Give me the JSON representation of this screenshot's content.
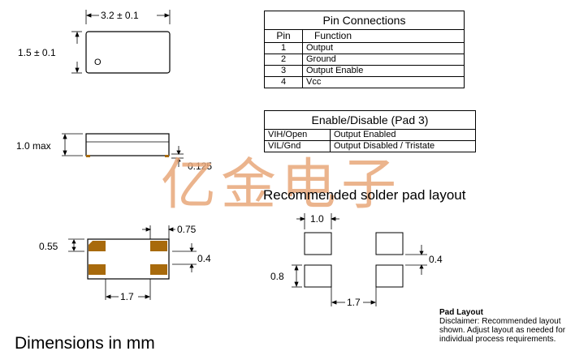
{
  "dimensions": {
    "top_width": "3.2 ± 0.1",
    "top_height": "1.5 ± 0.1",
    "side_height": "1.0 max",
    "pad_thickness": "0.125",
    "pad_spacing_vertical": "0.55",
    "pad_length": "0.75",
    "pad_height": "0.4",
    "pad_pitch": "1.7",
    "pin1_marker": "O"
  },
  "pin_connections": {
    "title": "Pin Connections",
    "header_pin": "Pin",
    "header_function": "Function",
    "rows": [
      {
        "pin": "1",
        "function": "Output"
      },
      {
        "pin": "2",
        "function": "Ground"
      },
      {
        "pin": "3",
        "function": "Output Enable"
      },
      {
        "pin": "4",
        "function": "Vcc"
      }
    ]
  },
  "enable_disable": {
    "title": "Enable/Disable (Pad 3)",
    "rows": [
      {
        "condition": "VIH/Open",
        "result": "Output Enabled"
      },
      {
        "condition": "VIL/Gnd",
        "result": "Output Disabled / Tristate"
      }
    ]
  },
  "solder_layout": {
    "title": "Recommended solder pad layout",
    "pad_width": "1.0",
    "pad_height": "0.8",
    "pad_gap": "0.4",
    "pad_pitch": "1.7"
  },
  "footer": {
    "units": "Dimensions in mm",
    "note_title": "Pad Layout",
    "note_body": "Disclaimer: Recommended layout shown. Adjust layout as needed for individual process requirements."
  },
  "watermark": "亿金电子",
  "colors": {
    "pad_fill": "#a86a0c",
    "package_outline": "#000000",
    "watermark": "#e8a77a"
  }
}
